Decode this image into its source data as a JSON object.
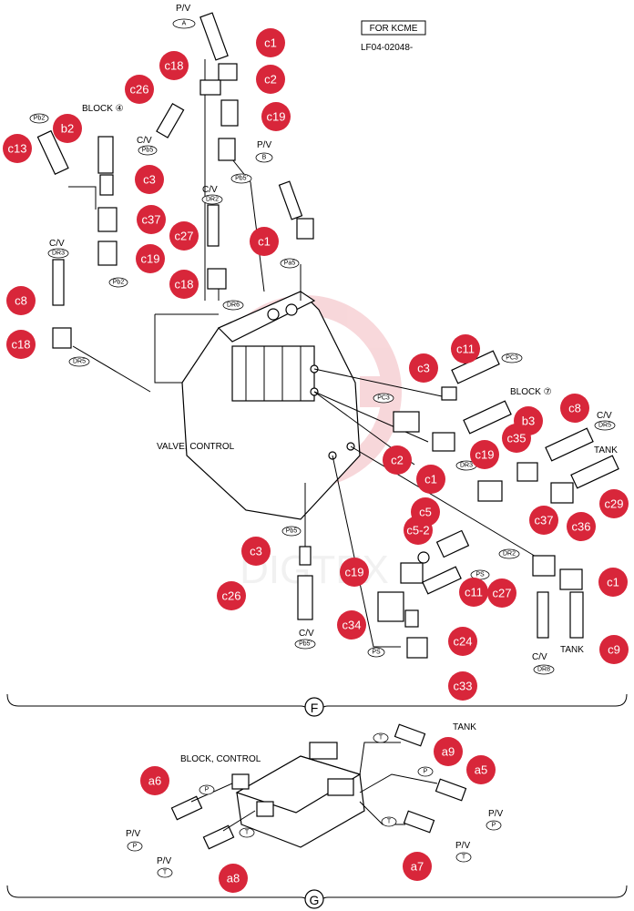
{
  "header": {
    "title": "FOR KCME",
    "code": "LF04-02048-"
  },
  "labels": {
    "valve_control": "VALVE, CONTROL",
    "block_control": "BLOCK, CONTROL",
    "block4": "BLOCK ④",
    "block7": "BLOCK ⑦",
    "pv_a": "P/V",
    "pv": "P/V",
    "cv": "C/V",
    "tank": "TANK"
  },
  "ports": {
    "a": "A",
    "b": "B",
    "p": "P",
    "t": "T",
    "ps": "PS",
    "pa5": "Pa5",
    "pb2": "Pb2",
    "pb5": "Pb5",
    "pb5p": "Pb5'",
    "pc3": "PC3",
    "dr2": "DR2",
    "dr3": "DR3",
    "dr5": "DR5",
    "dr6": "DR6",
    "dr8": "DR8"
  },
  "sections": {
    "f": "F",
    "g": "G"
  },
  "callouts": [
    "c1",
    "c18",
    "c2",
    "c26",
    "c19",
    "b2",
    "c13",
    "c3",
    "c37",
    "c1",
    "c27",
    "c19",
    "c18",
    "c8",
    "c18",
    "c11",
    "c3",
    "b3",
    "c8",
    "c35",
    "c19",
    "c2",
    "c1",
    "c29",
    "c36",
    "c5",
    "c37",
    "c5-2",
    "c3",
    "c19",
    "c1",
    "c26",
    "c11",
    "c27",
    "c9",
    "c34",
    "c24",
    "c33",
    "a9",
    "a5",
    "a6",
    "a7",
    "a8"
  ],
  "colors": {
    "callout": "#d8263a",
    "watermark": "#d8263a"
  }
}
